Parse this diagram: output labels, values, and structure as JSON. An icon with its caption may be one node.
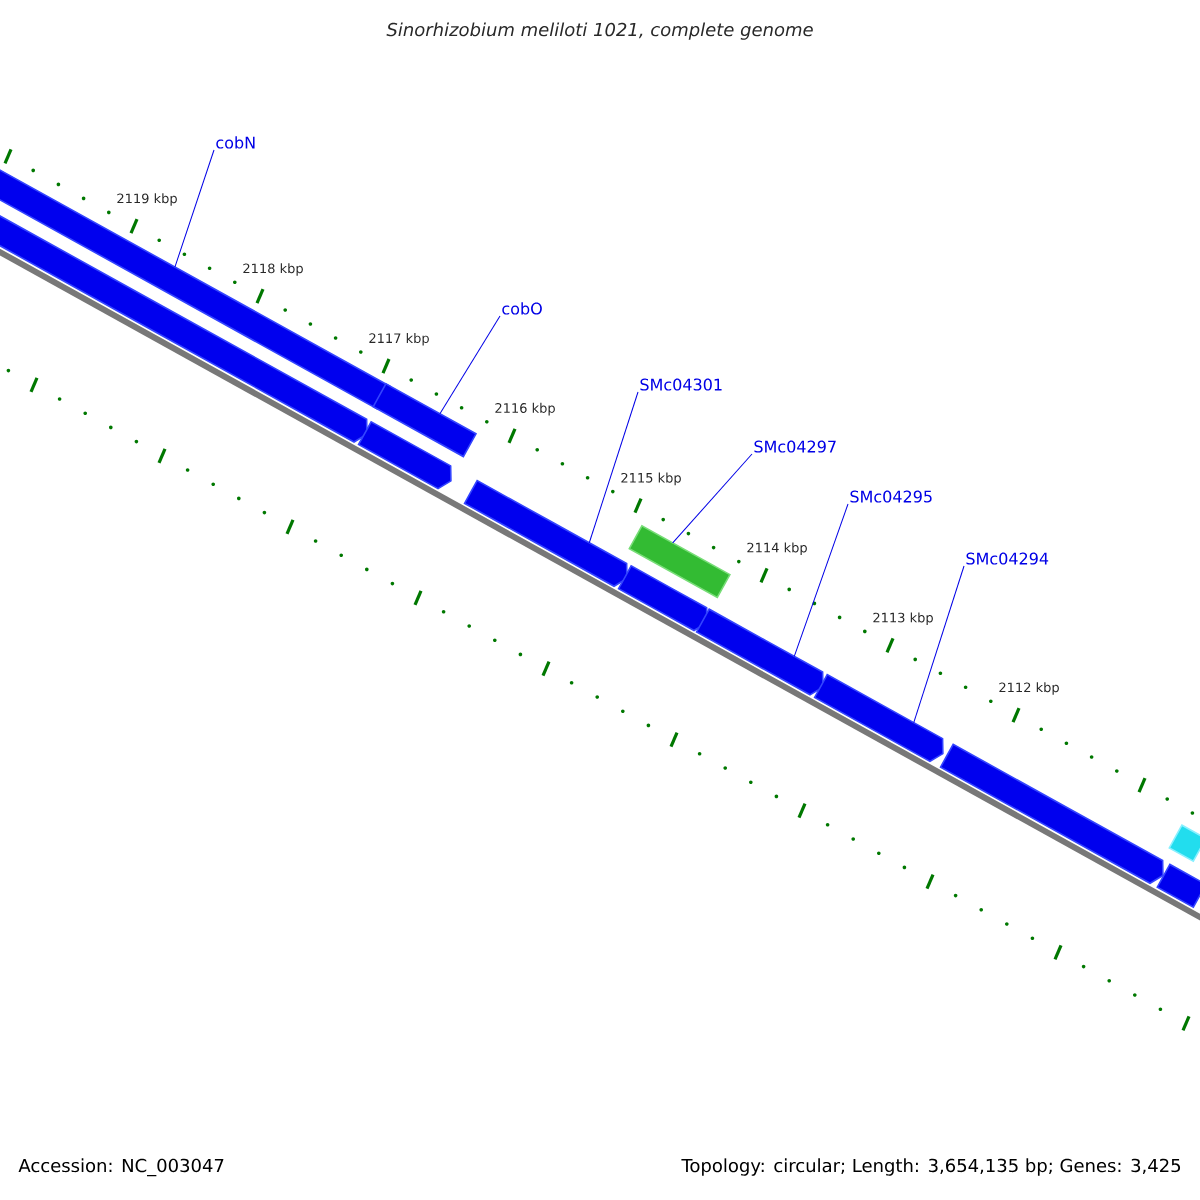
{
  "diagram": {
    "title": "Sinorhizobium meliloti 1021, complete genome",
    "nodes": [
      {
        "text": [
          "cobN"
        ]
      },
      {
        "text": [
          "cobO"
        ]
      },
      {
        "text": [
          "SMc04301"
        ]
      },
      {
        "text": [
          "SMc04297"
        ]
      },
      {
        "text": [
          "SMc04295"
        ]
      },
      {
        "text": [
          "SMc04294"
        ]
      },
      {
        "text": [],
        "shape": "bar"
      },
      {
        "text": [],
        "shape": "bar"
      },
      {
        "text": [],
        "shape": "bar"
      },
      {
        "text": [],
        "shape": "bar"
      },
      {
        "text": [],
        "shape": "bar"
      },
      {
        "text": [],
        "shape": "bar"
      },
      {
        "text": [],
        "shape": "bar"
      },
      {
        "text": [],
        "shape": "bar"
      },
      {
        "text": [],
        "shape": "bar"
      },
      {
        "text": [],
        "shape": "bar"
      },
      {
        "text": [],
        "shape": "bar"
      },
      {
        "text": [],
        "shape": "bar"
      }
    ],
    "edges": [
      {
        "from": 0,
        "to": 6,
        "arrow": "none"
      },
      {
        "from": 1,
        "to": 7,
        "arrow": "none"
      },
      {
        "from": 2,
        "to": 12,
        "arrow": "none"
      },
      {
        "from": 3,
        "to": 8,
        "arrow": "none"
      },
      {
        "from": 4,
        "to": 14,
        "arrow": "none"
      },
      {
        "from": 5,
        "to": 15,
        "arrow": "none"
      }
    ],
    "labels": [
      "2119 kbp",
      "2118 kbp",
      "2117 kbp",
      "2116 kbp",
      "2115 kbp",
      "2114 kbp",
      "2113 kbp",
      "2112 kbp",
      "Accession: NC_003047",
      "Topology: circular; Length: 3,654,135 bp; Genes: 3,425"
    ]
  }
}
